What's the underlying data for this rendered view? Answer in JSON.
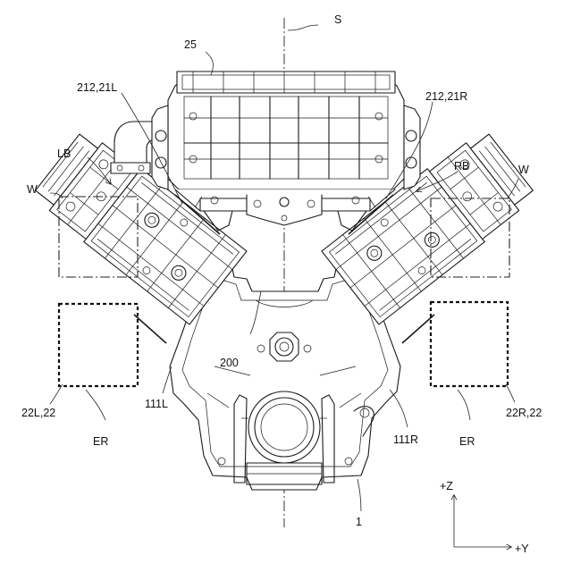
{
  "labels": {
    "S": "S",
    "n25": "25",
    "l212_21L": "212,21L",
    "l212_21R": "212,21R",
    "LB": "LB",
    "RB": "RB",
    "W_left": "W",
    "W_right": "W",
    "n200": "200",
    "l22L_22": "22L,22",
    "l22R_22": "22R,22",
    "l111L": "111L",
    "l111R": "111R",
    "ER_left": "ER",
    "ER_right": "ER",
    "n1": "1",
    "axis_z": "+Z",
    "axis_y": "+Y"
  }
}
